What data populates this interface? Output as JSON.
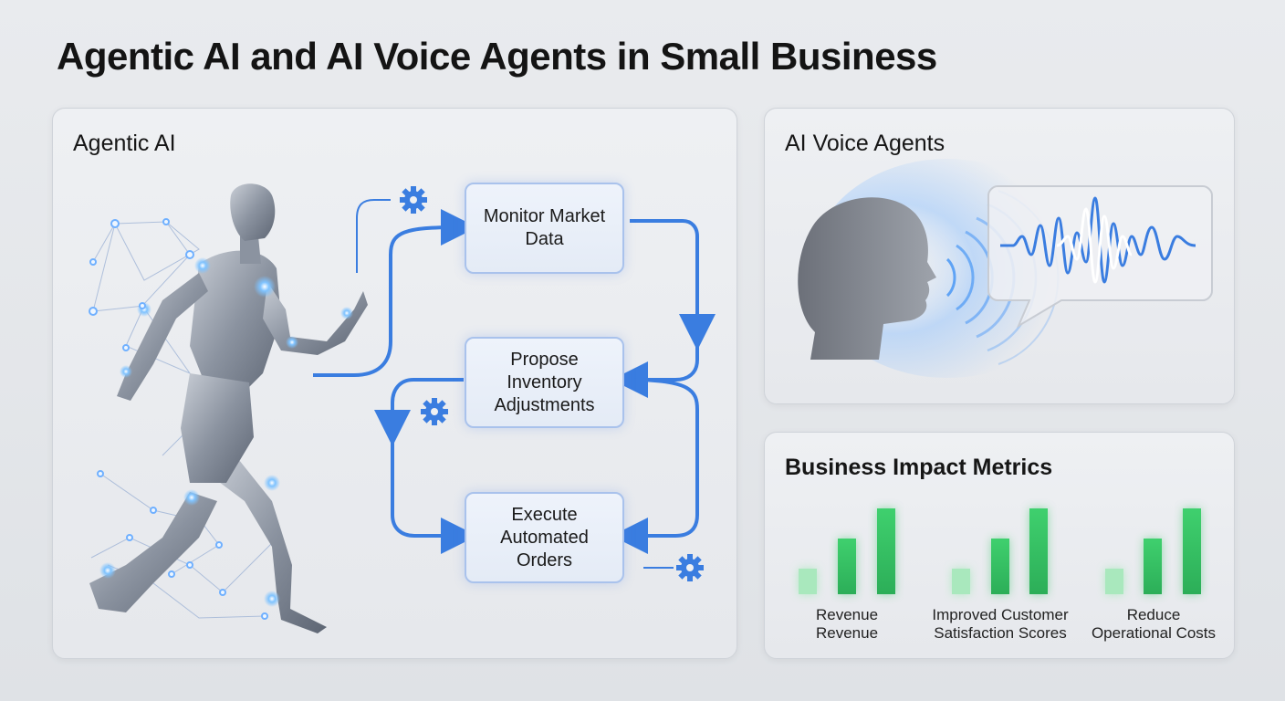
{
  "title": "Agentic AI and AI Voice Agents in Small Business",
  "agentic": {
    "title": "Agentic AI",
    "steps": [
      {
        "label": "Monitor Market Data"
      },
      {
        "label": "Propose Inventory Adjustments"
      },
      {
        "label": "Execute Automated Orders"
      }
    ],
    "icons": [
      "robot-figure-icon",
      "gear-icon"
    ],
    "accent": "#3a7de0"
  },
  "voice": {
    "title": "AI Voice Agents",
    "icons": [
      "head-silhouette-icon",
      "sound-wave-icon",
      "speech-bubble-icon"
    ]
  },
  "metrics": {
    "title": "Business Impact Metrics",
    "bar_color": "#3cc46a",
    "groups": [
      {
        "line1": "Revenue",
        "line2": "Revenue"
      },
      {
        "line1": "Improved Customer",
        "line2": "Satisfaction Scores"
      },
      {
        "line1": "Reduce",
        "line2": "Operational Costs"
      }
    ]
  }
}
